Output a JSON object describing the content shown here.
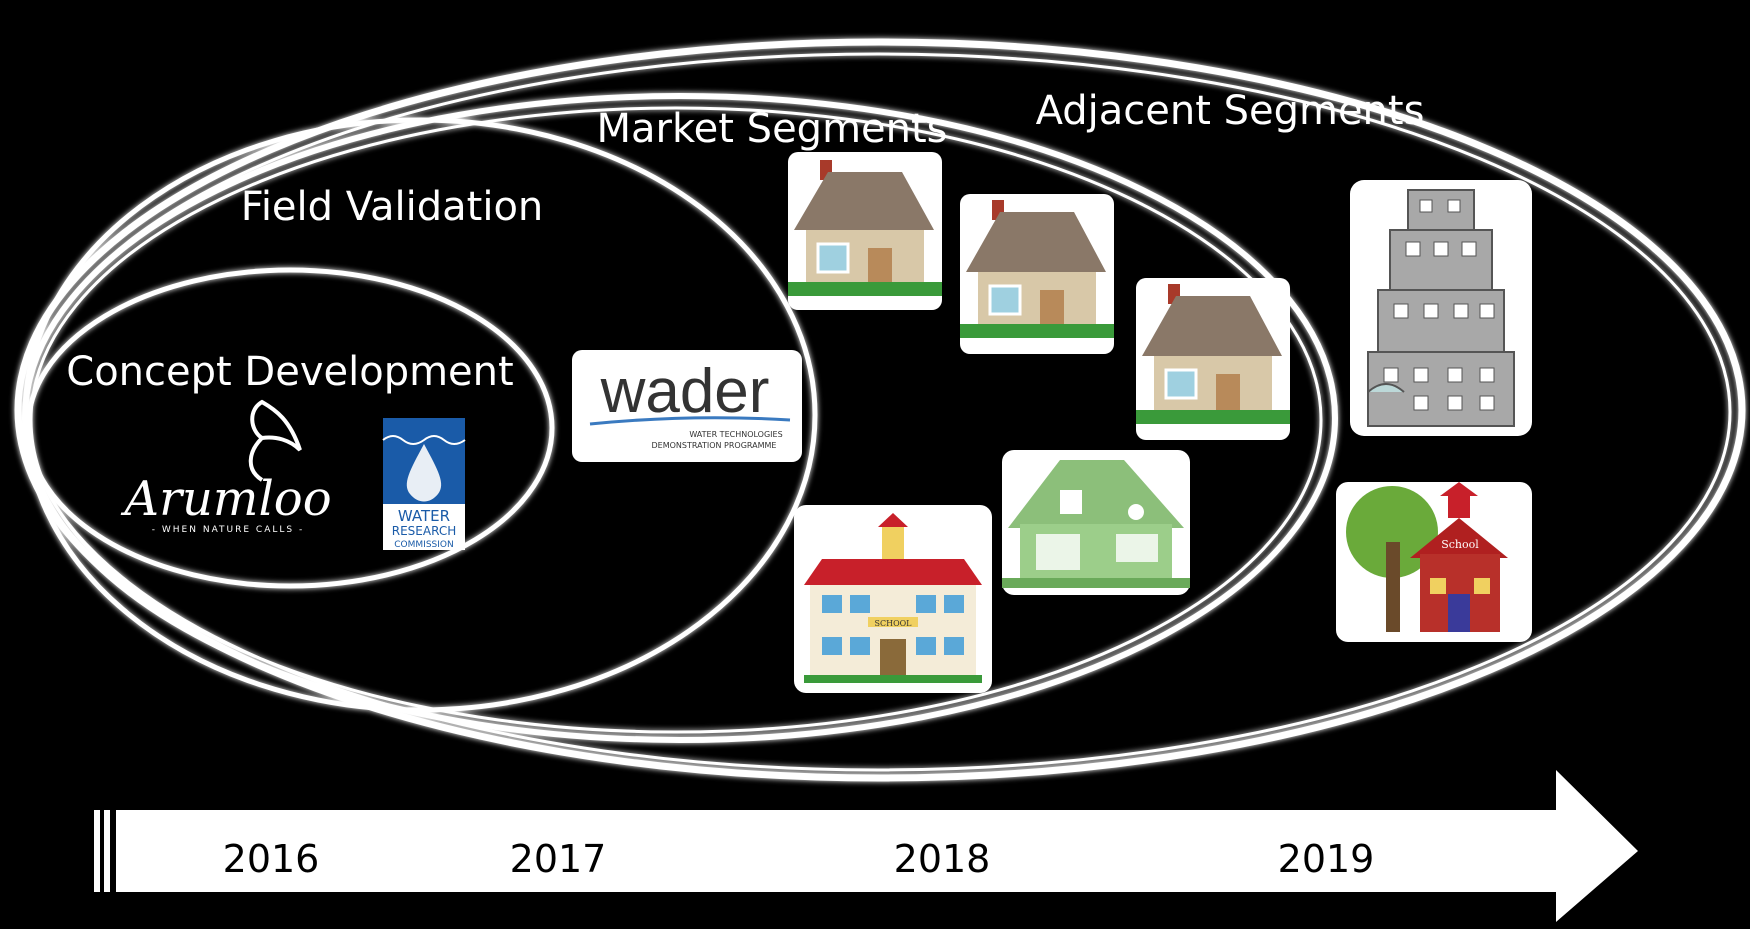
{
  "labels": {
    "concept": "Concept Development",
    "field": "Field Validation",
    "market": "Market Segments",
    "adjacent": "Adjacent Segments"
  },
  "logos": {
    "arumloo": "Arumloo",
    "arumloo_tagline": "- WHEN NATURE CALLS -",
    "wrc_line1": "WATER",
    "wrc_line2": "RESEARCH",
    "wrc_line3": "COMMISSION",
    "wader": "wader",
    "wader_line1": "WATER TECHNOLOGIES",
    "wader_line2": "DEMONSTRATION PROGRAMME"
  },
  "school_sign": "SCHOOL",
  "school_sign2": "School",
  "timeline": {
    "years": [
      "2016",
      "2017",
      "2018",
      "2019"
    ]
  },
  "colors": {
    "background": "#000000",
    "outline": "#ffffff",
    "house_wall": "#d8c8a8",
    "house_roof": "#8a7868",
    "school_roof": "#c8202a",
    "green_house": "#8cbf7a",
    "building": "#a8a8a8"
  }
}
